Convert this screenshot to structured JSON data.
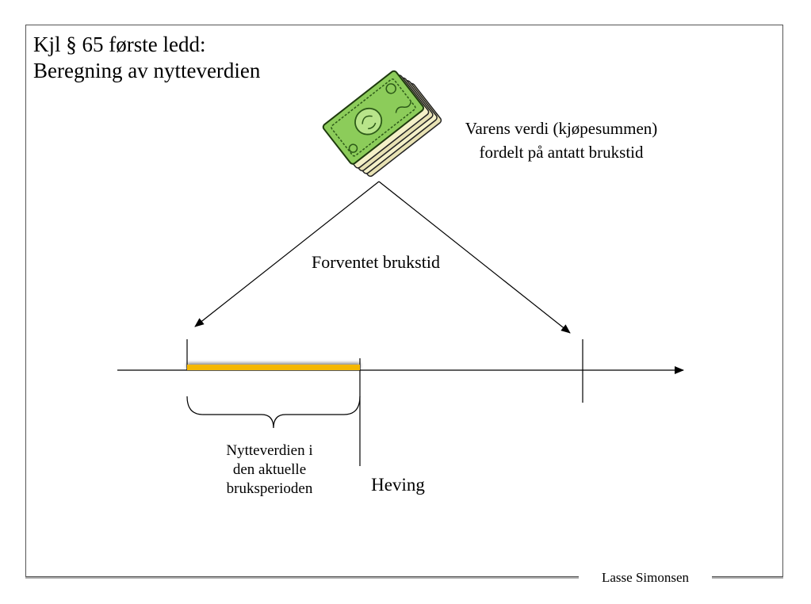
{
  "slide": {
    "title_line1": "Kjl § 65 første ledd:",
    "title_line2": "Beregning av nytteverdien",
    "value_label_line1": "Varens verdi (kjøpesummen)",
    "value_label_line2": "fordelt på antatt brukstid",
    "lifetime_label": "Forventet brukstid",
    "use_value_line1": "Nytteverdien i",
    "use_value_line2": "den aktuelle",
    "use_value_line3": "bruksperioden",
    "rescission_label": "Heving",
    "footer": "Lasse Simonsen"
  },
  "colors": {
    "highlight_bar": "#f5b700",
    "money_green": "#8ccc5a",
    "money_paper": "#f4f0c8"
  },
  "icons": {
    "money": "money-stack-icon"
  }
}
